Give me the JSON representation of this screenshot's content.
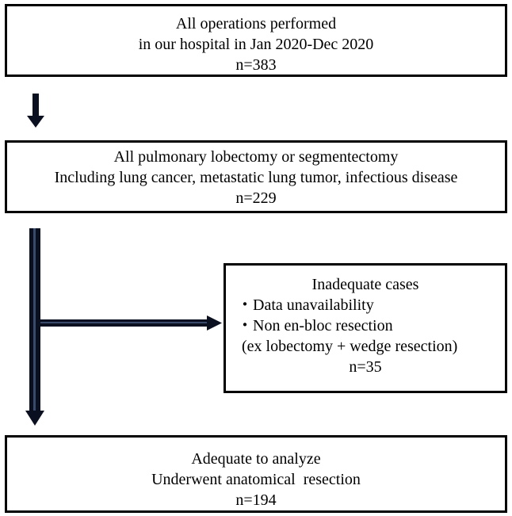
{
  "boxes": {
    "all_operations": {
      "line1": "All operations performed",
      "line2": "in our hospital in Jan 2020-Dec 2020",
      "count": "n=383"
    },
    "lobectomy": {
      "line1": "All pulmonary lobectomy or segmentectomy",
      "line2": "Including lung cancer, metastatic lung tumor, infectious disease",
      "count": "n=229"
    },
    "inadequate": {
      "title": "Inadequate cases",
      "items": [
        "・Data unavailability",
        "・Non en-bloc resection"
      ],
      "sub_item": "(ex lobectomy + wedge resection)",
      "count": "n=35"
    },
    "adequate": {
      "line1": "Adequate to analyze",
      "line2": "Underwent anatomical  resection",
      "count": "n=194"
    }
  },
  "colors": {
    "box_border": "#000000",
    "arrow": "#0b1020",
    "arrow_highlight": "#3a4a6b"
  }
}
